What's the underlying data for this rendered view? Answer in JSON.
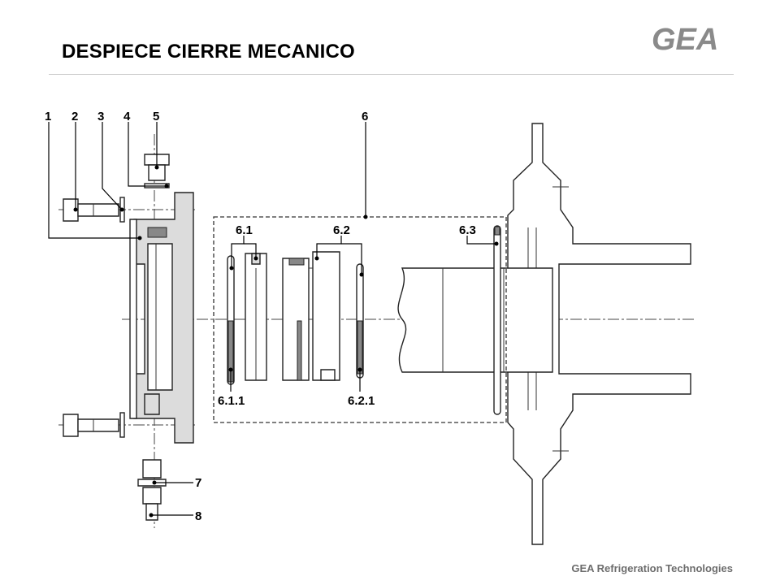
{
  "header": {
    "title": "DESPIECE CIERRE MECANICO",
    "logo_text": "GEA"
  },
  "footer": {
    "text": "GEA Refrigeration Technologies"
  },
  "diagram": {
    "labels": {
      "p1": "1",
      "p2": "2",
      "p3": "3",
      "p4": "4",
      "p5": "5",
      "p6": "6",
      "p6_1": "6.1",
      "p6_2": "6.2",
      "p6_3": "6.3",
      "p6_1_1": "6.1.1",
      "p6_2_1": "6.2.1",
      "p7": "7",
      "p8": "8"
    }
  },
  "colors": {
    "part_fill": "#dcdcdc",
    "accent_dark": "#888888",
    "logo": "#8a8a8a",
    "footer": "#6d6d6d"
  }
}
